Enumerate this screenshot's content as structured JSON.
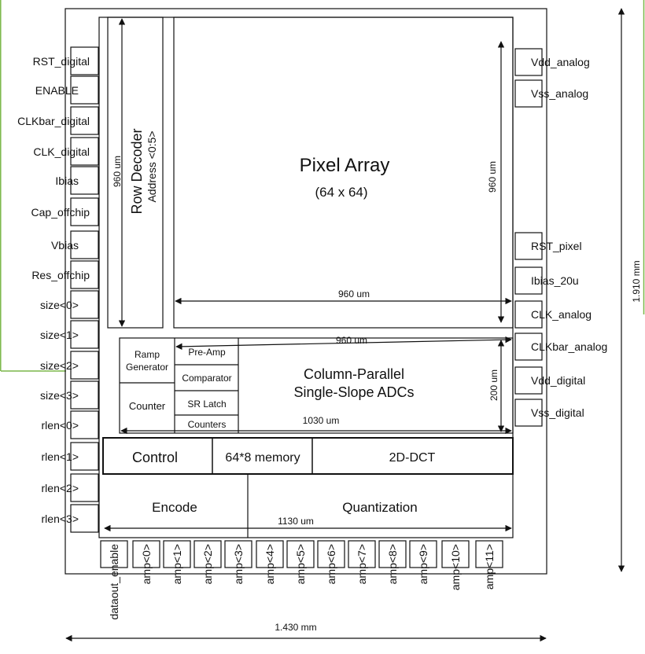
{
  "left_pads": [
    "RST_digital",
    "ENABLE",
    "CLKbar_digital",
    "CLK_digital",
    "Ibias",
    "Cap_offchip",
    "Vbias",
    "Res_offchip",
    "size<0>",
    "size<1>",
    "size<2>",
    "size<3>",
    "rlen<0>",
    "rlen<1>",
    "rlen<2>",
    "rlen<3>"
  ],
  "right_pads": [
    "Vdd_analog",
    "Vss_analog",
    "RST_pixel",
    "Ibias_20u",
    "CLK_analog",
    "CLKbar_analog",
    "Vdd_digital",
    "Vss_digital"
  ],
  "bottom_pads": [
    "dataout_enable",
    "amp<0>",
    "amp<1>",
    "amp<2>",
    "amp<3>",
    "amp<4>",
    "amp<5>",
    "amp<6>",
    "amp<7>",
    "amp<8>",
    "amp<9>",
    "amp<10>",
    "amp<11>"
  ],
  "row_decoder": {
    "title": "Row Decoder",
    "subtitle": "Address <0:5>",
    "dim": "960 um"
  },
  "pixel_array": {
    "title": "Pixel Array",
    "subtitle": "(64 x 64)",
    "dim_right": "960 um",
    "dim_bottom": "960 um"
  },
  "adc": {
    "title_line1": "Column-Parallel",
    "title_line2": "Single-Slope ADCs",
    "ramp_line1": "Ramp",
    "ramp_line2": "Generator",
    "counter": "Counter",
    "preamp": "Pre-Amp",
    "comparator": "Comparator",
    "sr_latch": "SR Latch",
    "counters": "Counters",
    "dim_top": "960 um",
    "dim_right": "200 um",
    "dim_bottom": "1030 um"
  },
  "digital": {
    "control": "Control",
    "memory": "64*8 memory",
    "dct": "2D-DCT",
    "encode": "Encode",
    "quantization": "Quantization",
    "dim": "1130 um"
  },
  "chip": {
    "height": "1.910 mm",
    "width": "1.430 mm"
  },
  "colors": {
    "line": "#111111",
    "accent_green": "#7ab648"
  }
}
